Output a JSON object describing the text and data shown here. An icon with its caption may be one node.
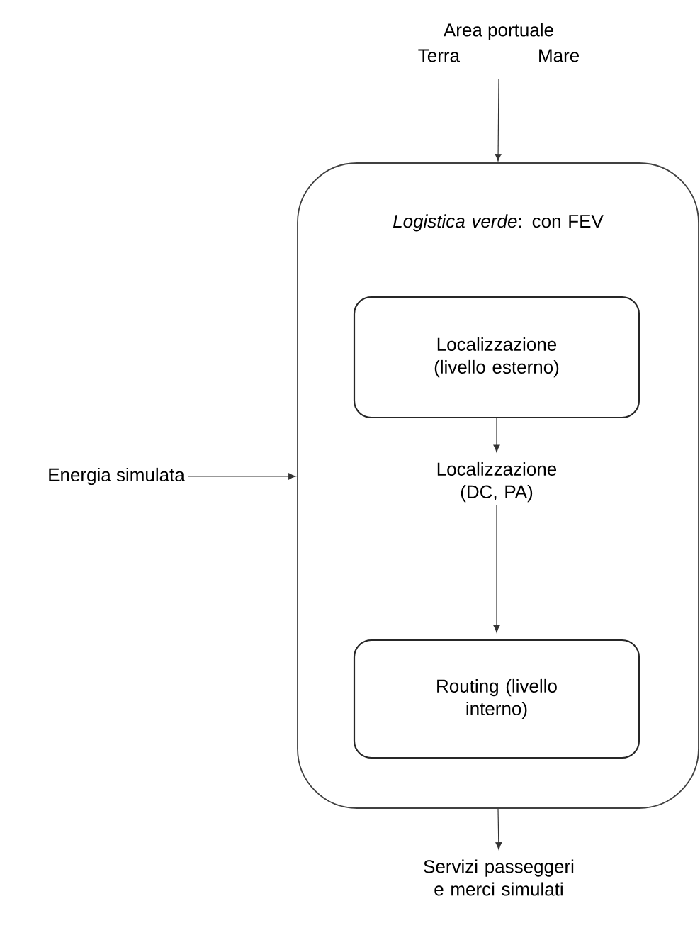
{
  "diagram": {
    "nodes": [
      {
        "text": [
          "Area portuale",
          "Terra",
          "Mare"
        ]
      },
      {
        "text": [
          "Energia simulata"
        ]
      },
      {
        "text": [
          "*Logistica verde*: con FEV"
        ]
      },
      {
        "text": [
          "Localizzazione (livello esterno)"
        ],
        "in": 2
      },
      {
        "text": [
          "Localizzazione (DC, PA)"
        ],
        "in": 2
      },
      {
        "text": [
          "Routing (livello interno)"
        ],
        "in": 2
      },
      {
        "text": [
          "Servizi passeggeri e merci simulati"
        ]
      }
    ],
    "edges": [
      {
        "from": 0,
        "to": 2,
        "arrow": "to"
      },
      {
        "from": 1,
        "to": 2,
        "arrow": "to"
      },
      {
        "from": 3,
        "to": 4,
        "arrow": "to"
      },
      {
        "from": 4,
        "to": 5,
        "arrow": "to"
      },
      {
        "from": 2,
        "to": 6,
        "arrow": "to"
      }
    ]
  }
}
